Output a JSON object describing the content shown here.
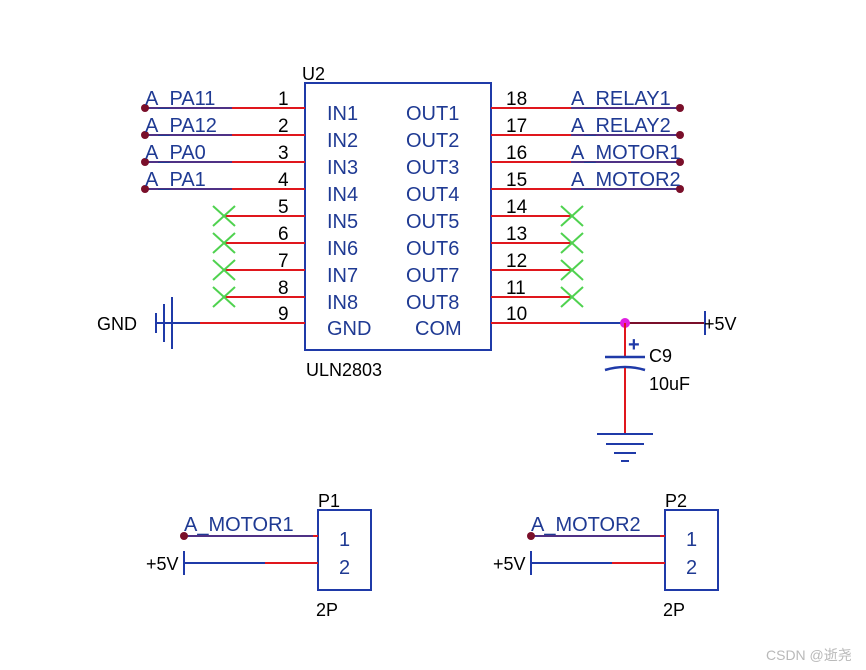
{
  "ic": {
    "designator": "U2",
    "part": "ULN2803",
    "left_pins": [
      {
        "num": "1",
        "name": "IN1",
        "net": "A_PA11"
      },
      {
        "num": "2",
        "name": "IN2",
        "net": "A_PA12"
      },
      {
        "num": "3",
        "name": "IN3",
        "net": "A_PA0"
      },
      {
        "num": "4",
        "name": "IN4",
        "net": "A_PA1"
      },
      {
        "num": "5",
        "name": "IN5",
        "net": ""
      },
      {
        "num": "6",
        "name": "IN6",
        "net": ""
      },
      {
        "num": "7",
        "name": "IN7",
        "net": ""
      },
      {
        "num": "8",
        "name": "IN8",
        "net": ""
      },
      {
        "num": "9",
        "name": "GND",
        "net": "GND"
      }
    ],
    "right_pins": [
      {
        "num": "18",
        "name": "OUT1",
        "net": "A_RELAY1"
      },
      {
        "num": "17",
        "name": "OUT2",
        "net": "A_RELAY2"
      },
      {
        "num": "16",
        "name": "OUT3",
        "net": "A_MOTOR1"
      },
      {
        "num": "15",
        "name": "OUT4",
        "net": "A_MOTOR2"
      },
      {
        "num": "14",
        "name": "OUT5",
        "net": ""
      },
      {
        "num": "13",
        "name": "OUT6",
        "net": ""
      },
      {
        "num": "12",
        "name": "OUT7",
        "net": ""
      },
      {
        "num": "11",
        "name": "OUT8",
        "net": ""
      },
      {
        "num": "10",
        "name": "COM",
        "net": ""
      }
    ]
  },
  "gnd_label": "GND",
  "supply_label": "+5V",
  "capacitor": {
    "designator": "C9",
    "value": "10uF",
    "polarity": "+"
  },
  "connectors": [
    {
      "designator": "P1",
      "footprint": "2P",
      "pins": [
        "1",
        "2"
      ],
      "net": "A_MOTOR1",
      "supply": "+5V"
    },
    {
      "designator": "P2",
      "footprint": "2P",
      "pins": [
        "1",
        "2"
      ],
      "net": "A_MOTOR2",
      "supply": "+5V"
    }
  ],
  "watermark": "CSDN @逝尧",
  "colors": {
    "wire": "#e0171d",
    "body": "#1f3aa8",
    "text": "#1f3a93",
    "junction": "#e020e0",
    "endpoint": "#7a0f2a",
    "noconnect": "#4fd24f"
  }
}
